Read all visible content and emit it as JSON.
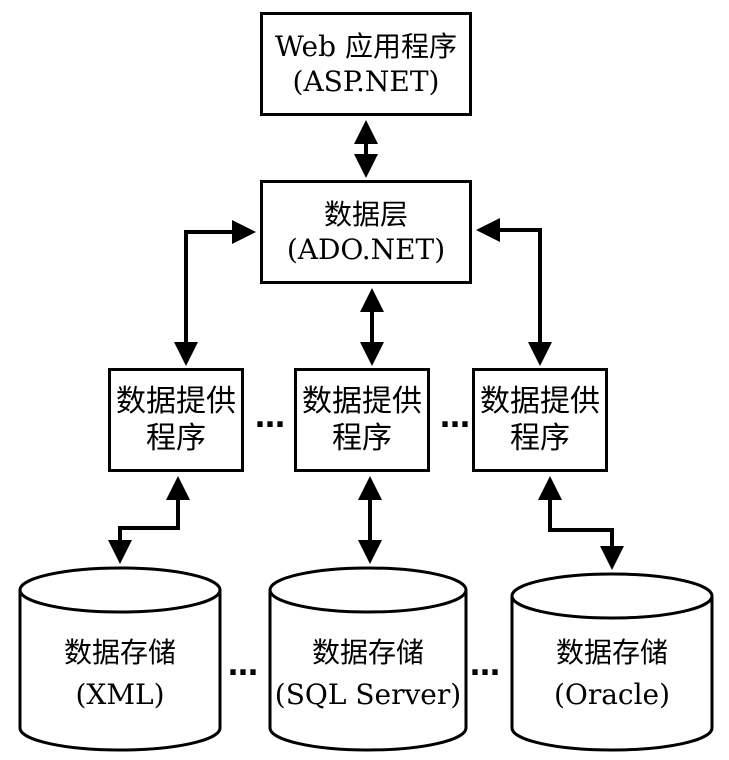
{
  "app_layer": {
    "line1": "Web 应用程序",
    "line2": "(ASP.NET)"
  },
  "data_layer": {
    "line1": "数据层",
    "line2": "(ADO.NET)"
  },
  "providers": [
    {
      "line1": "数据提供",
      "line2": "程序"
    },
    {
      "line1": "数据提供",
      "line2": "程序"
    },
    {
      "line1": "数据提供",
      "line2": "程序"
    }
  ],
  "stores": [
    {
      "line1": "数据存储",
      "line2": "(XML)"
    },
    {
      "line1": "数据存储",
      "line2": "(SQL Server)"
    },
    {
      "line1": "数据存储",
      "line2": "(Oracle)"
    }
  ],
  "ellipsis": "…"
}
